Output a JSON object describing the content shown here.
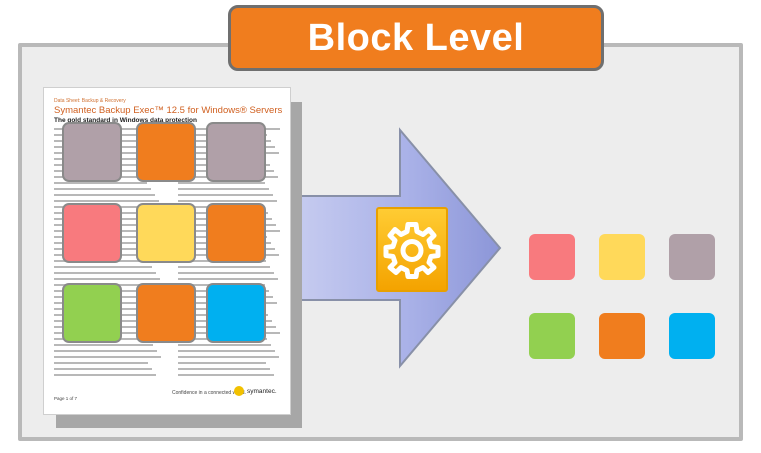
{
  "title": "Block Level",
  "document": {
    "label": "Data Sheet: Backup & Recovery",
    "title": "Symantec Backup Exec™ 12.5 for Windows® Servers",
    "subtitle": "The gold standard in Windows data protection",
    "tagline": "Confidence in a connected world.",
    "logo_text": "symantec.",
    "footer": "Page 1 of 7"
  },
  "colors": {
    "mauve": "#b0a0a8",
    "orange": "#f07d1e",
    "pink": "#f87a7e",
    "yellow": "#ffd95a",
    "green": "#92d050",
    "blue": "#00b0f0",
    "title_bg": "#f07d1e"
  },
  "doc_blocks": [
    "mauve",
    "orange",
    "mauve",
    "pink",
    "yellow",
    "orange",
    "green",
    "orange",
    "blue"
  ],
  "result_blocks": [
    "pink",
    "yellow",
    "mauve",
    "green",
    "orange",
    "blue"
  ],
  "icons": {
    "process": "gear-icon"
  }
}
